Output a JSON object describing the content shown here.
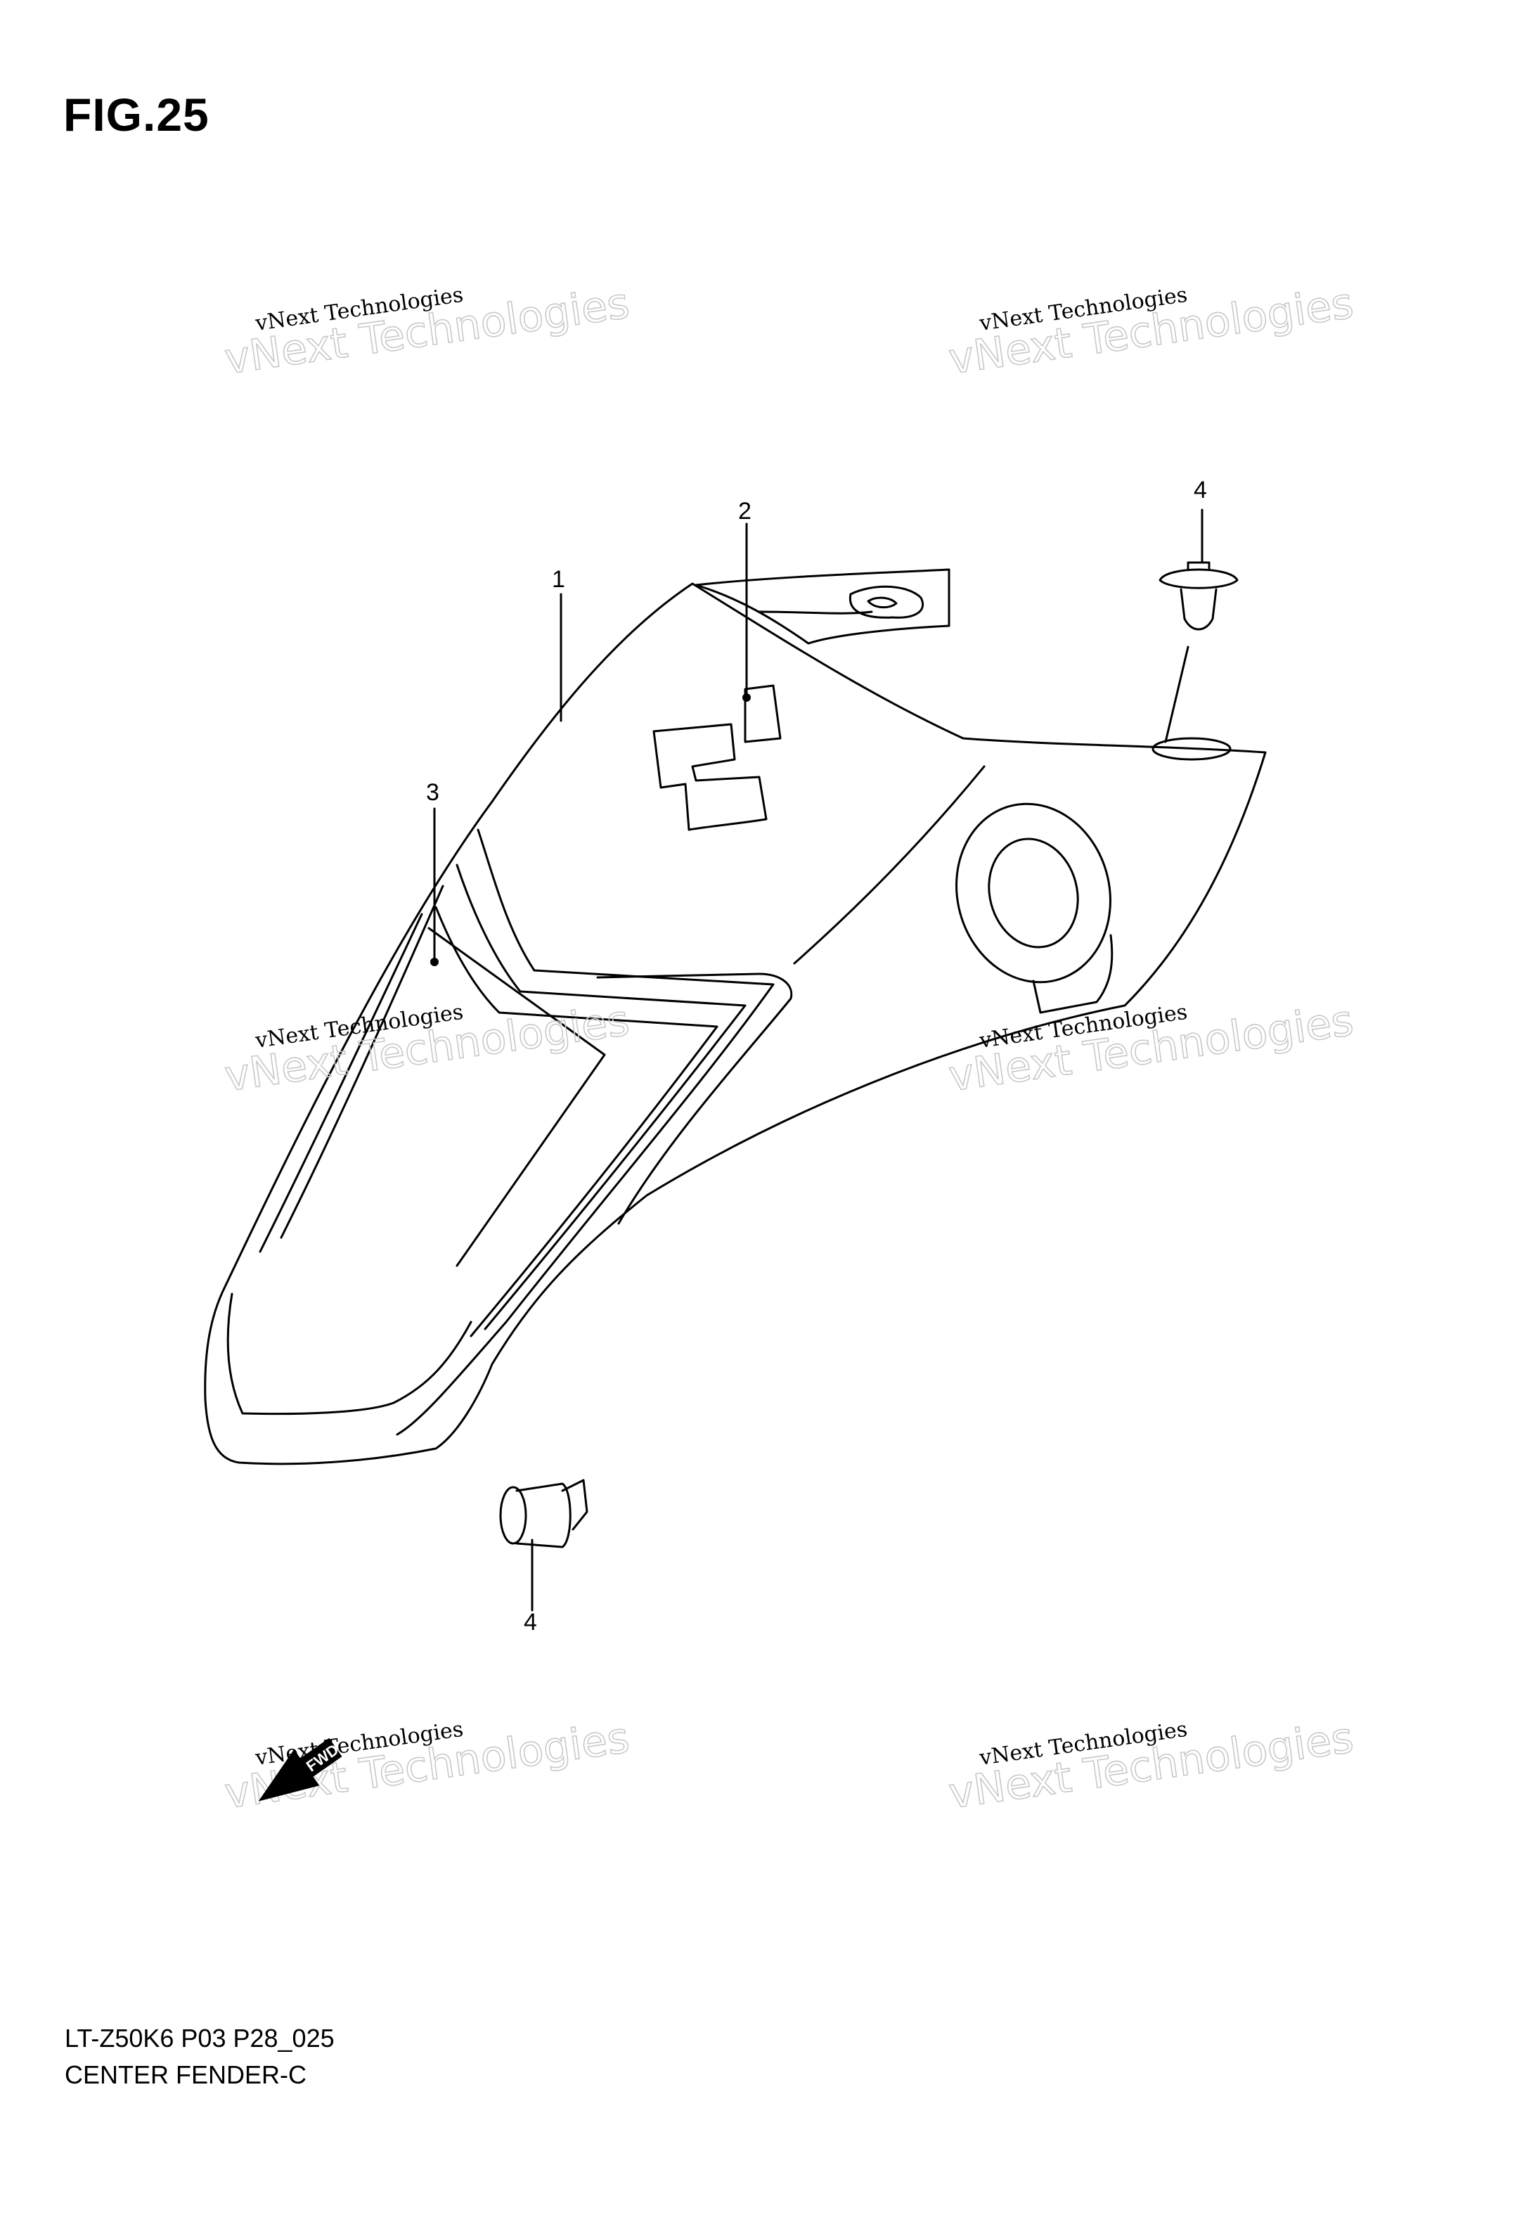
{
  "figure": {
    "title": "FIG.25"
  },
  "callouts": [
    {
      "id": "1",
      "label": "1"
    },
    {
      "id": "2",
      "label": "2"
    },
    {
      "id": "3",
      "label": "3"
    },
    {
      "id": "4a",
      "label": "4"
    },
    {
      "id": "4b",
      "label": "4"
    }
  ],
  "watermark": {
    "line1": "vNext Technologies",
    "line2": "vNext Technologies"
  },
  "direction_badge": {
    "label": "FWD"
  },
  "footer": {
    "model_code": "LT-Z50K6 P03 P28_025",
    "section_name": "CENTER FENDER-C"
  }
}
